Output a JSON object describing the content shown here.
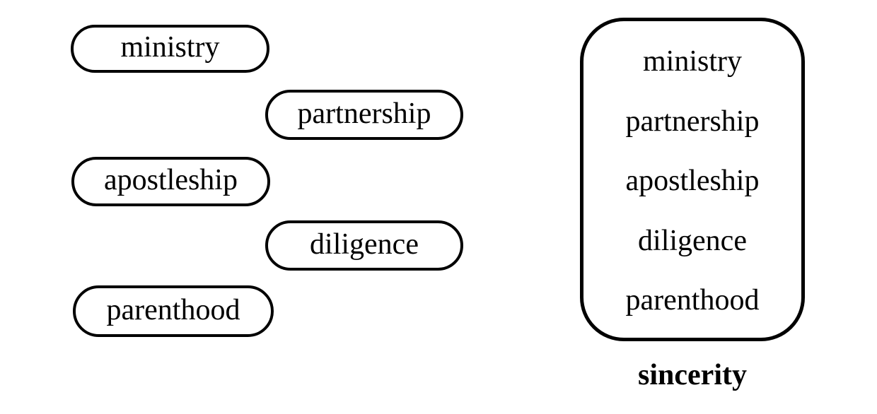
{
  "diagram": {
    "background_color": "#ffffff",
    "stroke_color": "#000000",
    "text_color": "#000000",
    "pills": [
      {
        "label": "ministry"
      },
      {
        "label": "partnership"
      },
      {
        "label": "apostleship"
      },
      {
        "label": "diligence"
      },
      {
        "label": "parenthood"
      }
    ],
    "group_box": {
      "items": [
        "ministry",
        "partnership",
        "apostleship",
        "diligence",
        "parenthood"
      ],
      "caption": "sincerity"
    }
  }
}
